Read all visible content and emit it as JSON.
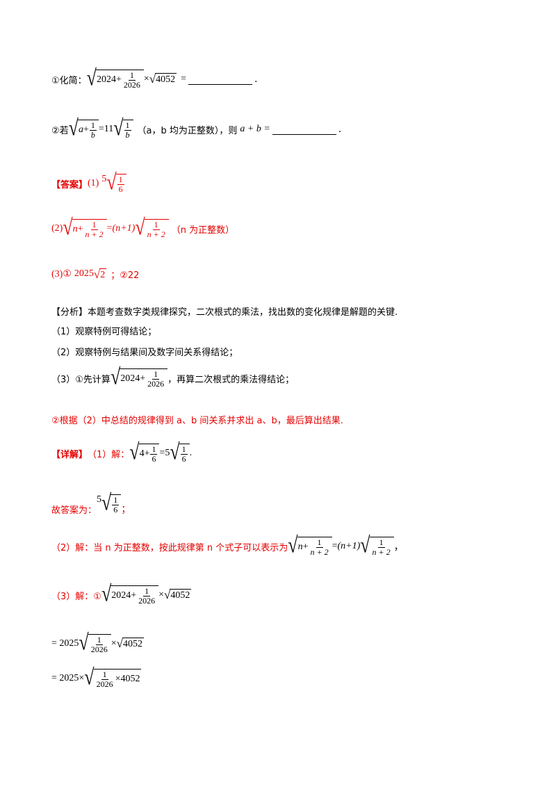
{
  "q1": {
    "label": "①化简：",
    "expr": {
      "a": "2024",
      "frac_num": "1",
      "frac_den": "2026",
      "times": "×",
      "b": "4052",
      "eq": "="
    },
    "end": "."
  },
  "q2": {
    "label": "②若",
    "expr": {
      "a": "a",
      "plus": "+",
      "frac_num": "1",
      "frac_den": "b",
      "eq": "=",
      "coef": "11",
      "rnum": "1",
      "rden": "b"
    },
    "note": "（a，b 均为正整数），则",
    "sum": "a + b =",
    "end": "."
  },
  "answer": {
    "tag": "【答案】",
    "p1_label": "(1)",
    "p1_coef": "5",
    "p1_num": "1",
    "p1_den": "6",
    "p2_label": "(2)",
    "p2_n": "n",
    "p2_plus": "+",
    "p2_num": "1",
    "p2_den": "n + 2",
    "p2_eq": "=",
    "p2_coef": "(n+1)",
    "p2_note": "（n 为正整数）",
    "p3_label": "(3)①",
    "p3_val": "2025",
    "p3_rad": "2",
    "p3_sep": "；②22"
  },
  "analysis": {
    "line1": "【分析】本题考查数字类规律探究，二次根式的乘法，找出数的变化规律是解题的关键.",
    "line2": "（1）观察特例可得结论；",
    "line3": "（2）观察特例与结果间及数字间关系得结论；",
    "line4_pre": "（3）①先计算",
    "line4_a": "2024",
    "line4_num": "1",
    "line4_den": "2026",
    "line4_post": "，再算二次根式的乘法得结论；",
    "line5": "②根据（2）中总结的规律得到 a、b 间关系并求出 a、b，最后算出结果."
  },
  "detail": {
    "tag": "【详解】",
    "p1_pre": "（1）解：",
    "p1_a": "4",
    "p1_num": "1",
    "p1_den": "6",
    "p1_eq": "=",
    "p1_coef": "5",
    "p1_rnum": "1",
    "p1_rden": "6",
    "p1_end": ".",
    "ans_pre": "故答案为：",
    "ans_coef": "5",
    "ans_num": "1",
    "ans_den": "6",
    "ans_end": "；",
    "p2_pre": "（2）解：当 n 为正整数，按此规律第 n 个式子可以表示为",
    "p2_n": "n",
    "p2_num": "1",
    "p2_den": "n + 2",
    "p2_eq": "=",
    "p2_coef": "(n+1)",
    "p2_end": "，",
    "p3_pre": "（3）解：①",
    "p3_a": "2024",
    "p3_num": "1",
    "p3_den": "2026",
    "p3_times": "×",
    "p3_b": "4052",
    "s1_eq": "= 2025",
    "s1_num": "1",
    "s1_den": "2026",
    "s1_times": "×",
    "s1_b": "4052",
    "s2_eq": "= 2025×",
    "s2_num": "1",
    "s2_den": "2026",
    "s2_times": "×",
    "s2_b": "4052"
  }
}
